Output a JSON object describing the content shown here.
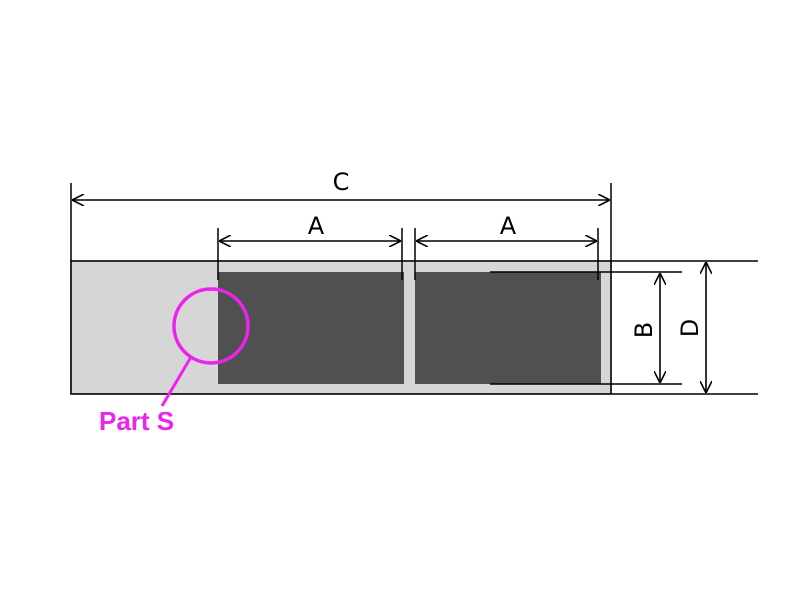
{
  "dimensions": {
    "c_label": "C",
    "a1_label": "A",
    "a2_label": "A",
    "b_label": "B",
    "d_label": "D"
  },
  "callout": {
    "label": "Part S"
  },
  "colors": {
    "substrate": "#d6d6d6",
    "electrode": "#505050",
    "outline": "#000000",
    "callout": "#ee22ee"
  }
}
